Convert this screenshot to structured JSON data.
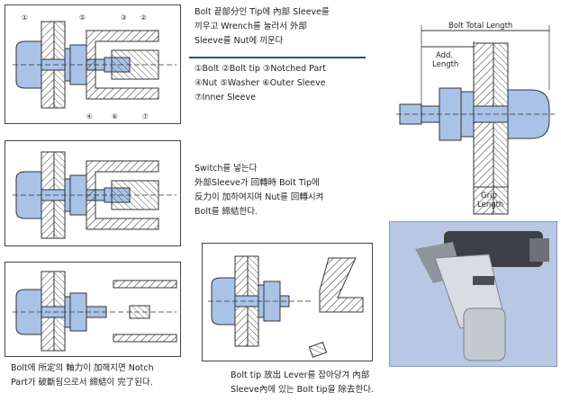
{
  "step1": {
    "caption": [
      "Bolt 끝部分인 Tip에 內部 Sleeve를",
      "끼우고 Wrench를 눌러서 外部",
      "Sleeve를 Nut에 끼운다"
    ],
    "legend": [
      "①Bolt ②Bolt tip ③Notched Part",
      "④Nut ⑤Washer ⑥Outer Sleeve",
      "⑦Inner Sleeve"
    ],
    "callouts": [
      "①",
      "②",
      "③",
      "④",
      "⑤",
      "⑥",
      "⑦"
    ]
  },
  "step2": {
    "caption": [
      "Switch를 넣는다",
      "外部Sleeve가 回轉時 Bolt Tip에",
      "反力이 加하여지며 Nut를 回轉시켜",
      "Bolt를 締結한다."
    ]
  },
  "step3": {
    "caption": [
      "Bolt에 所定의 軸力이 加해지면 Notch",
      "Part가 破斷됨으로서 締結이 完了된다."
    ]
  },
  "step4": {
    "caption": [
      "Bolt tip 放出 Lever를 잡아당겨 內部",
      "Sleeve內에 있는 Bolt tip을 除去한다."
    ]
  },
  "dimension": {
    "total": "Bolt Total Length",
    "add_line1": "Add.",
    "add_line2": "Length",
    "grip_line1": "Grip",
    "grip_line2": "Length"
  },
  "colors": {
    "bolt_fill": "#a9c3e8",
    "accent_rule": "#1f4fa0",
    "hatch": "#333333",
    "photo_bg": "#b8c8e4"
  }
}
